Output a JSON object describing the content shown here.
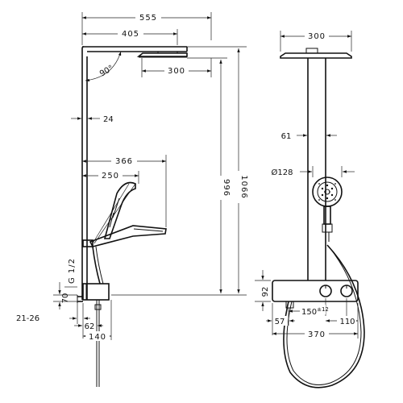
{
  "dims": {
    "d555": "555",
    "d405": "405",
    "d300_top": "300",
    "d90": "90°",
    "d24": "24",
    "d366": "366",
    "d250": "250",
    "d996": "996",
    "d1066": "1066",
    "dG12": "G 1/2",
    "d70": "70",
    "d21_26": "21-26",
    "d62": "62",
    "d140": "140",
    "d300_side": "300",
    "d61": "61",
    "d128": "Ø128",
    "d92": "92",
    "d57": "57",
    "d150": "150",
    "d150_tol": "±12",
    "d110": "110",
    "d370": "370"
  }
}
